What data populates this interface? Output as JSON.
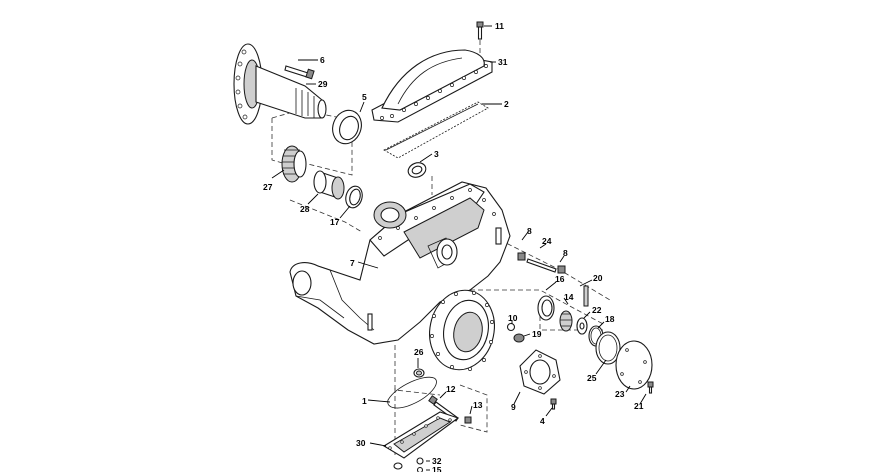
{
  "diagram": {
    "callouts": {
      "c1": "1",
      "c2": "2",
      "c3": "3",
      "c4": "4",
      "c5": "5",
      "c6": "6",
      "c7": "7",
      "c8a": "8",
      "c8b": "8",
      "c9": "9",
      "c10": "10",
      "c11": "11",
      "c12": "12",
      "c13": "13",
      "c14": "14",
      "c15": "15",
      "c16": "16",
      "c17": "17",
      "c18": "18",
      "c19": "19",
      "c20": "20",
      "c21": "21",
      "c22": "22",
      "c23": "23",
      "c24": "24",
      "c25": "25",
      "c26": "26",
      "c27": "27",
      "c28": "28",
      "c29": "29",
      "c30": "30",
      "c31": "31",
      "c32": "32"
    }
  }
}
